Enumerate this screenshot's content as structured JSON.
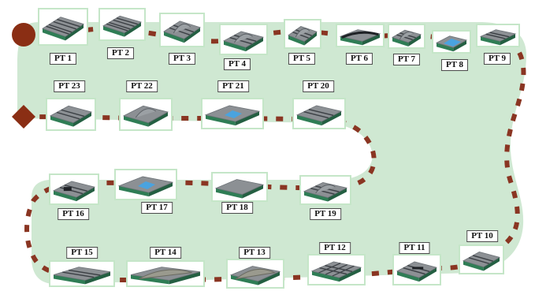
{
  "colors": {
    "zone_fill": "#cfe8d2",
    "dash": "#8a3522",
    "marker": "#8a2e14",
    "box_border": "#c5e6c8",
    "board_top": "#8c9094",
    "board_side": "#2f7d55"
  },
  "markers": {
    "start": "circle",
    "end": "diamond"
  },
  "stations": [
    {
      "label": "PT 1",
      "feature": "multi-lane"
    },
    {
      "label": "PT 2",
      "feature": "wide-road"
    },
    {
      "label": "PT 3",
      "feature": "ramp"
    },
    {
      "label": "PT 4",
      "feature": "ramp"
    },
    {
      "label": "PT 5",
      "feature": "ramp"
    },
    {
      "label": "PT 6",
      "feature": "curved-track"
    },
    {
      "label": "PT 7",
      "feature": "ramp"
    },
    {
      "label": "PT 8",
      "feature": "water"
    },
    {
      "label": "PT 9",
      "feature": "lanes"
    },
    {
      "label": "PT 10",
      "feature": "lanes"
    },
    {
      "label": "PT 11",
      "feature": "barriers"
    },
    {
      "label": "PT 12",
      "feature": "grid"
    },
    {
      "label": "PT 13",
      "feature": "mound"
    },
    {
      "label": "PT 14",
      "feature": "hills"
    },
    {
      "label": "PT 15",
      "feature": "lanes"
    },
    {
      "label": "PT 16",
      "feature": "vehicle"
    },
    {
      "label": "PT 17",
      "feature": "water"
    },
    {
      "label": "PT 18",
      "feature": "plain"
    },
    {
      "label": "PT 19",
      "feature": "ramp"
    },
    {
      "label": "PT 20",
      "feature": "lanes"
    },
    {
      "label": "PT 21",
      "feature": "water"
    },
    {
      "label": "PT 22",
      "feature": "hump"
    },
    {
      "label": "PT 23",
      "feature": "lanes"
    }
  ]
}
